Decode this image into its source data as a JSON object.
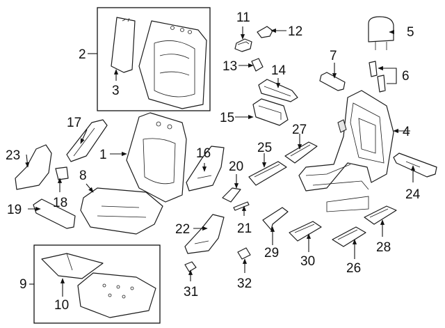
{
  "diagram": {
    "callouts": [
      "1",
      "2",
      "3",
      "4",
      "5",
      "6",
      "7",
      "8",
      "9",
      "10",
      "11",
      "12",
      "13",
      "14",
      "15",
      "16",
      "17",
      "18",
      "19",
      "20",
      "21",
      "22",
      "23",
      "24",
      "25",
      "26",
      "27",
      "28",
      "29",
      "30",
      "31",
      "32"
    ]
  }
}
